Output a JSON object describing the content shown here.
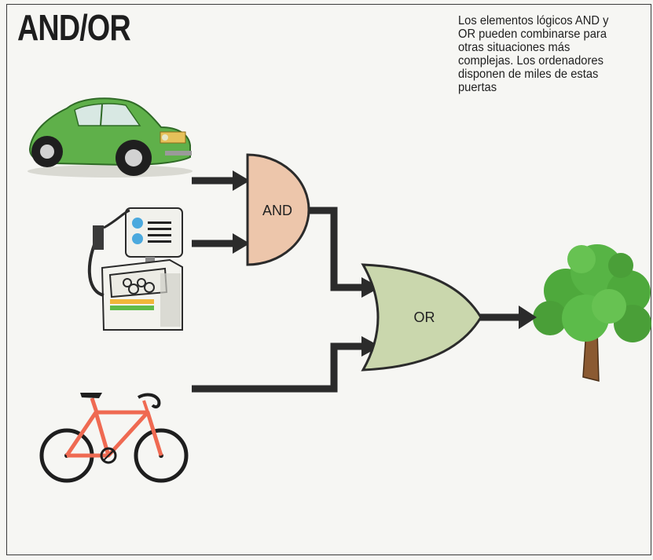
{
  "title": "AND/OR",
  "caption": "Los elementos lógicos AND y OR pueden combinarse para otras situaciones más complejas. Los ordenadores disponen de miles de estas puertas",
  "gates": {
    "and_label": "AND",
    "or_label": "OR"
  },
  "colors": {
    "and_gate_fill": "#edc6ab",
    "or_gate_fill": "#cad7ad",
    "wire": "#2b2b2b",
    "car_body": "#5fb04a",
    "bike_frame": "#ef6a52",
    "tree_foliage": "#4ea93c"
  },
  "icons": {
    "input_1": "car-icon",
    "input_2": "fuel-pump-icon",
    "input_3": "bicycle-icon",
    "output": "tree-icon"
  }
}
